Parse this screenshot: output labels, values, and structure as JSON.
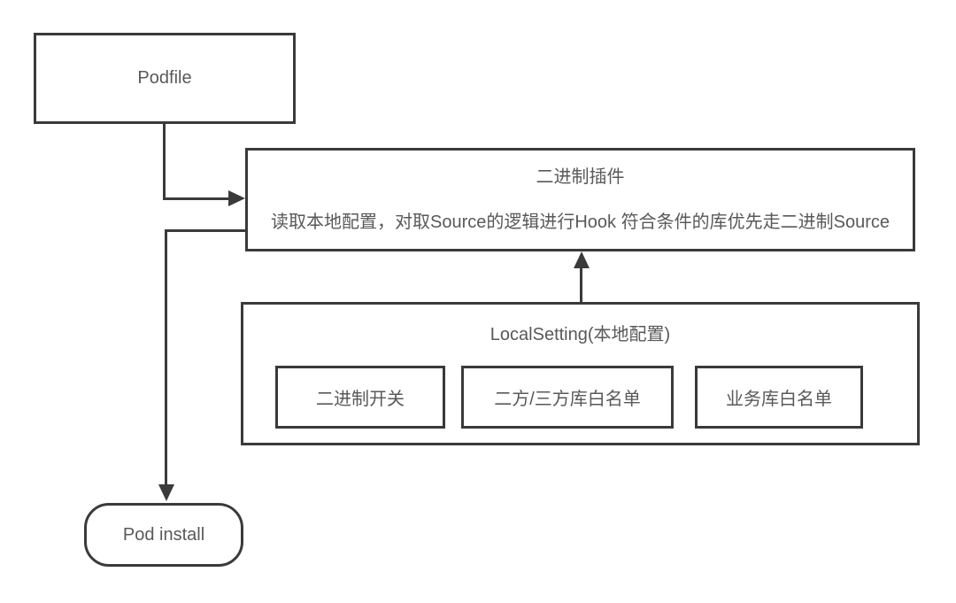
{
  "diagram": {
    "background_color": "#ffffff",
    "stroke_color": "#3a3a3a",
    "text_color": "#595959",
    "nodes": {
      "podfile": {
        "label": "Podfile",
        "shape": "rectangle"
      },
      "binary_plugin": {
        "title": "二进制插件",
        "description": "读取本地配置，对取Source的逻辑进行Hook 符合条件的库优先走二进制Source",
        "shape": "rectangle"
      },
      "local_setting": {
        "title": "LocalSetting(本地配置)",
        "shape": "rectangle",
        "children": [
          {
            "label": "二进制开关"
          },
          {
            "label": "二方/三方库白名单"
          },
          {
            "label": "业务库白名单"
          }
        ]
      },
      "pod_install": {
        "label": "Pod install",
        "shape": "rounded-rectangle"
      }
    },
    "edges": [
      {
        "from": "podfile",
        "to": "binary_plugin",
        "arrow": "right"
      },
      {
        "from": "binary_plugin",
        "to": "pod_install",
        "arrow": "down"
      },
      {
        "from": "local_setting",
        "to": "binary_plugin",
        "arrow": "up"
      }
    ]
  }
}
